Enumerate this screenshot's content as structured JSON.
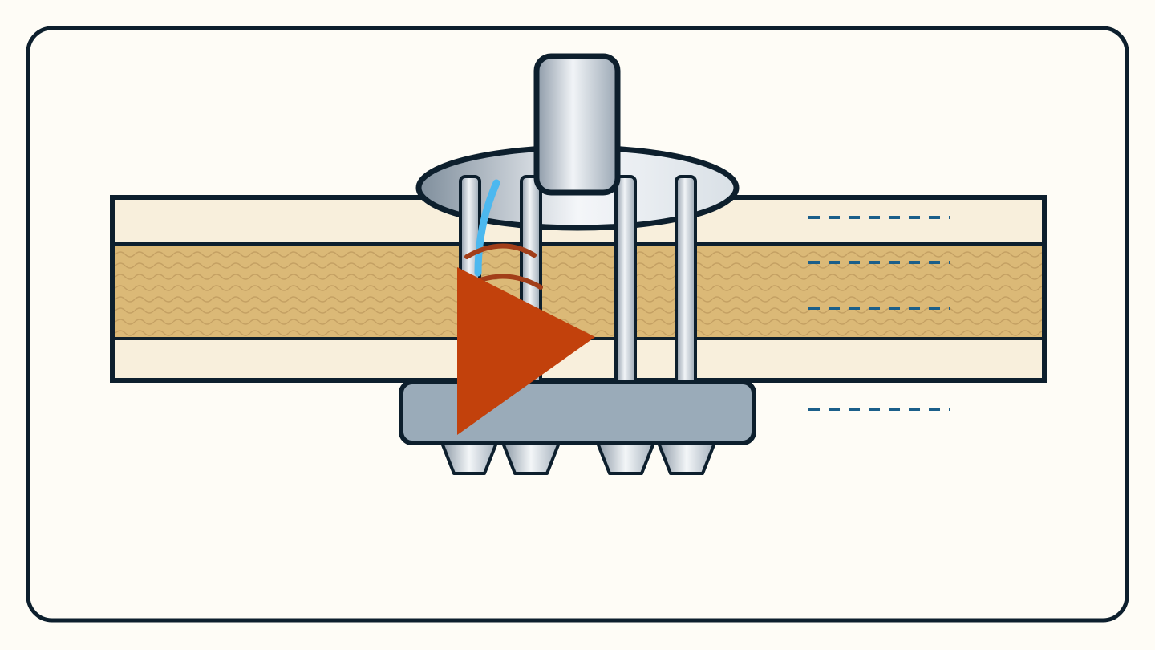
{
  "diagram": {
    "components": [
      "outer-panel-frame",
      "top-veneer-layer",
      "core-layer",
      "bottom-veneer-layer",
      "top-flange-plate",
      "center-cylinder",
      "insert-pin-1",
      "insert-pin-2",
      "insert-pin-3",
      "insert-pin-4",
      "base-block",
      "conical-foot-1",
      "conical-foot-2",
      "conical-foot-3",
      "conical-foot-4",
      "cable-curve",
      "motion-arc-1",
      "motion-arc-2",
      "play-triangle",
      "callout-dash-1",
      "callout-dash-2",
      "callout-dash-3",
      "callout-dash-4"
    ],
    "colors": {
      "page_background": "#fefcf6",
      "frame_stroke": "#0d1f2d",
      "veneer_fill": "#f8efdc",
      "core_fill": "#dbb977",
      "core_wave": "#c4a063",
      "metal_dark": "#8a98a6",
      "metal_light": "#eef2f6",
      "base_fill": "#9aabb9",
      "cable": "#4cb8ef",
      "arc": "#a23e19",
      "play_triangle": "#c2410c",
      "callout_dash": "#1b5f8a"
    }
  }
}
